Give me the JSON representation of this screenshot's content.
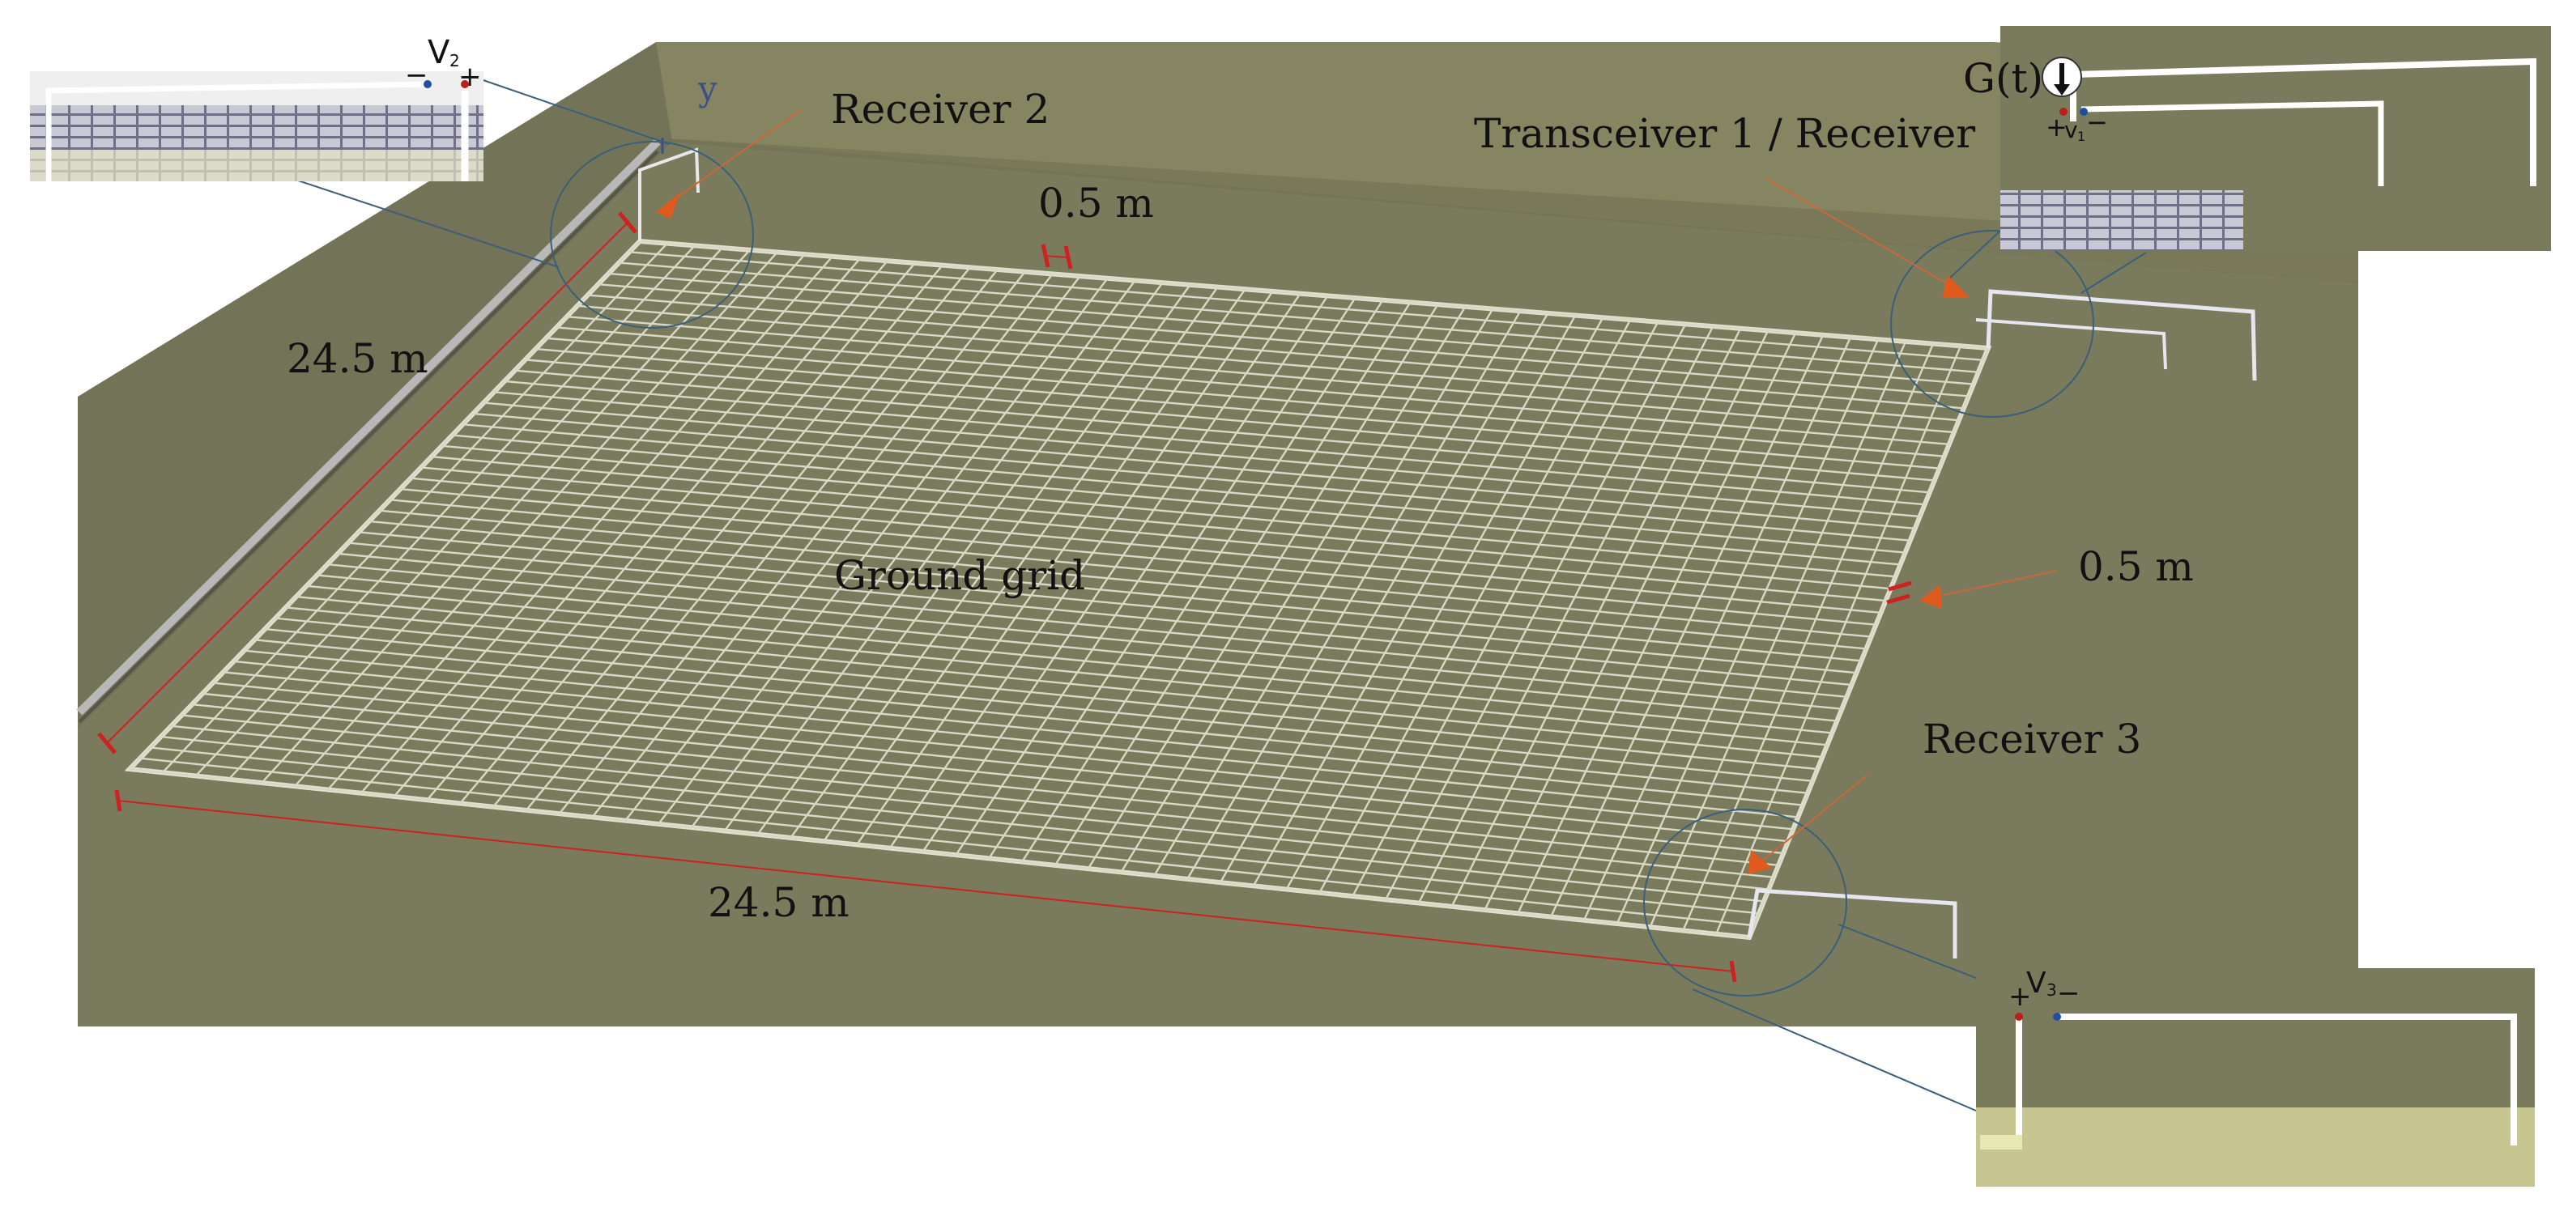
{
  "labels": {
    "receiver2": "Receiver  2",
    "transceiver1": "Transceiver 1 / Receiver",
    "receiver3": "Receiver  3",
    "ground_grid": "Ground grid",
    "dim_left": "24.5 m",
    "dim_bottom": "24.5 m",
    "spacing_top": "0.5 m",
    "spacing_right": "0.5 m",
    "axis_y": "y"
  },
  "insets": {
    "v2_label": "V",
    "v2_sub": "2",
    "v2_minus": "−",
    "v2_plus": "+",
    "source_label": "G(t)",
    "v1_plus": "+",
    "v1_label": "v",
    "v1_sub": "1",
    "v1_minus": "−",
    "v3_plus": "+",
    "v3_label": "V",
    "v3_sub": "3",
    "v3_minus": "−"
  },
  "colors": {
    "soil": "#7a7a5c",
    "wall": "#858562",
    "grid": "#d8d8c6",
    "dimension": "#cc2222",
    "pointer": "#e05a1e",
    "callout": "#3b5f7a"
  }
}
